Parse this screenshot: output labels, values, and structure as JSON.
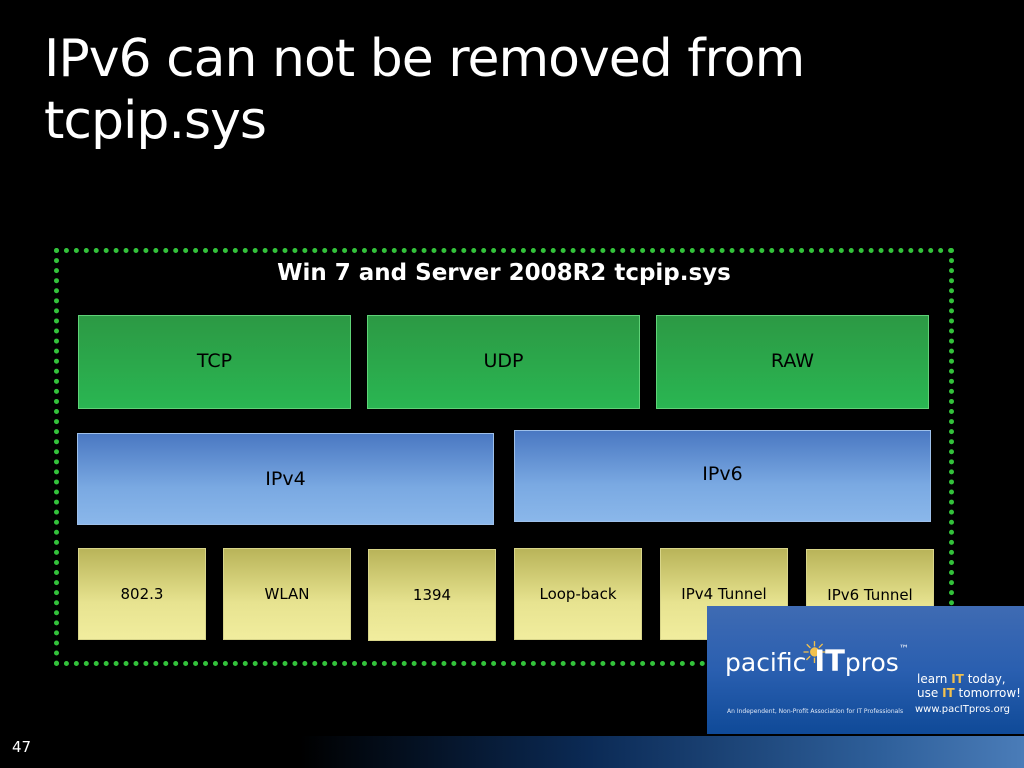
{
  "slide": {
    "title_lines": [
      "IPv6 can not be removed from",
      "tcpip.sys"
    ],
    "page_number": "47"
  },
  "diagram": {
    "title": "Win 7 and Server 2008R2  tcpip.sys",
    "transport": [
      "TCP",
      "UDP",
      "RAW"
    ],
    "network": [
      "IPv4",
      "IPv6"
    ],
    "link": [
      "802.3",
      "WLAN",
      "1394",
      "Loop-back",
      "IPv4 Tunnel",
      "IPv6 Tunnel"
    ]
  },
  "logo": {
    "name_left": "pacific",
    "name_it": "IT",
    "name_right": "pros",
    "tm": "™",
    "tagline_1_a": "learn ",
    "tagline_1_b": "IT",
    "tagline_1_c": " today,",
    "tagline_2_a": "use ",
    "tagline_2_b": "IT",
    "tagline_2_c": " tomorrow!",
    "association": "An Independent, Non-Profit Association for IT Professionals",
    "url": "www.pacITpros.org"
  },
  "colors": {
    "background": "#000000",
    "frame_border": "#33c23b",
    "transport_fill": "#2ab652",
    "network_fill": "#7aa9e2",
    "link_fill": "#e7e390"
  }
}
